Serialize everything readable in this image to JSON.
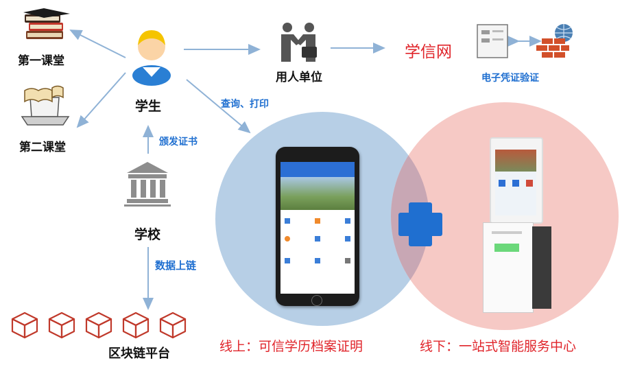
{
  "colors": {
    "arrow": "#8fb2d6",
    "blue_label": "#1f6fd0",
    "red_label": "#e0242a",
    "circle_left": "#b7cfe6",
    "circle_right": "#f6c9c5",
    "overlap": "#c7a9b4",
    "plus": "#1f6fd0",
    "cube": "#c0392b"
  },
  "nodes": {
    "first_classroom": "第一课堂",
    "second_classroom": "第二课堂",
    "student": "学生",
    "school": "学校",
    "blockchain": "区块链平台",
    "employer": "用人单位",
    "xuexin": "学信网",
    "e_cert": "电子凭证验证"
  },
  "edges": {
    "query_print": "查询、打印",
    "issue_cert": "颁发证书",
    "data_onchain": "数据上链"
  },
  "captions": {
    "online": "线上：可信学历档案证明",
    "offline": "线下：一站式智能服务中心"
  },
  "icons": {
    "books": "books-icon",
    "laptop": "laptop-books-icon",
    "student": "student-avatar-icon",
    "school": "school-building-icon",
    "handshake": "handshake-icon",
    "server_firewall": "server-firewall-icon",
    "cube": "blockchain-cube-icon",
    "plus": "plus-icon"
  },
  "blockchain_cube_count": 5
}
